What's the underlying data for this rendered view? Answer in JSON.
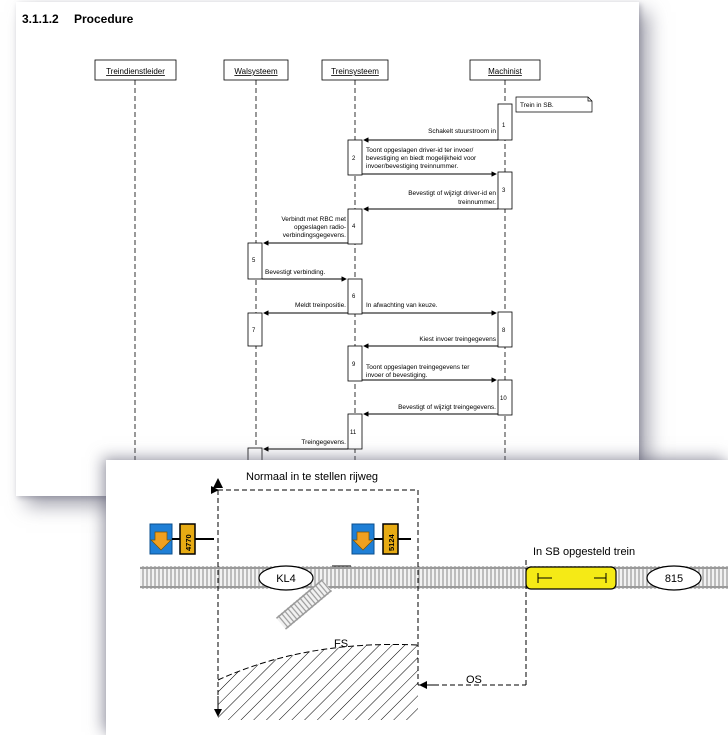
{
  "sequence_diagram": {
    "section_number": "3.1.1.2",
    "section_title": "Procedure",
    "actors": [
      "Treindienstleider",
      "Walsysteem",
      "Treinsysteem",
      "Machinist"
    ],
    "note": "Trein in SB.",
    "steps": [
      {
        "n": "1",
        "text": [
          "Schakelt stuurstroom in"
        ]
      },
      {
        "n": "2",
        "text": [
          "Toont opgeslagen driver-id ter invoer/",
          "bevestiging en biedt mogelijkheid voor",
          "invoer/bevestiging treinnummer."
        ]
      },
      {
        "n": "3",
        "text": [
          "Bevestigt of wijzigt driver-id en",
          "treinnummer."
        ]
      },
      {
        "n": "4",
        "text": [
          "Verbindt met RBC met",
          "opgeslagen radio-",
          "verbindingsgegevens."
        ]
      },
      {
        "n": "5",
        "text": [
          "Bevestigt verbinding."
        ]
      },
      {
        "n": "6",
        "text": [
          "Meldt treinpositie.",
          "In afwachting van keuze."
        ]
      },
      {
        "n": "7",
        "text": []
      },
      {
        "n": "8",
        "text": [
          "Kiest invoer treingegevens"
        ]
      },
      {
        "n": "9",
        "text": [
          "Toont opgeslagen treingegevens ter",
          "invoer of bevestiging."
        ]
      },
      {
        "n": "10",
        "text": [
          "Bevestigt of wijzigt treingegevens."
        ]
      },
      {
        "n": "11",
        "text": [
          "Treingegevens."
        ]
      }
    ]
  },
  "track_diagram": {
    "route_label": "Normaal in te stellen rijweg",
    "train_label": "In SB opgesteld trein",
    "signal_1": "4770",
    "signal_2": "5124",
    "marker_1": "KL4",
    "marker_2": "815",
    "zone_fs": "FS",
    "zone_os": "OS",
    "colors": {
      "train": "#f5ea16",
      "signal_blue": "#1f7fd6",
      "signal_arrow": "#f0a020",
      "plate": "#e7ab14"
    }
  }
}
